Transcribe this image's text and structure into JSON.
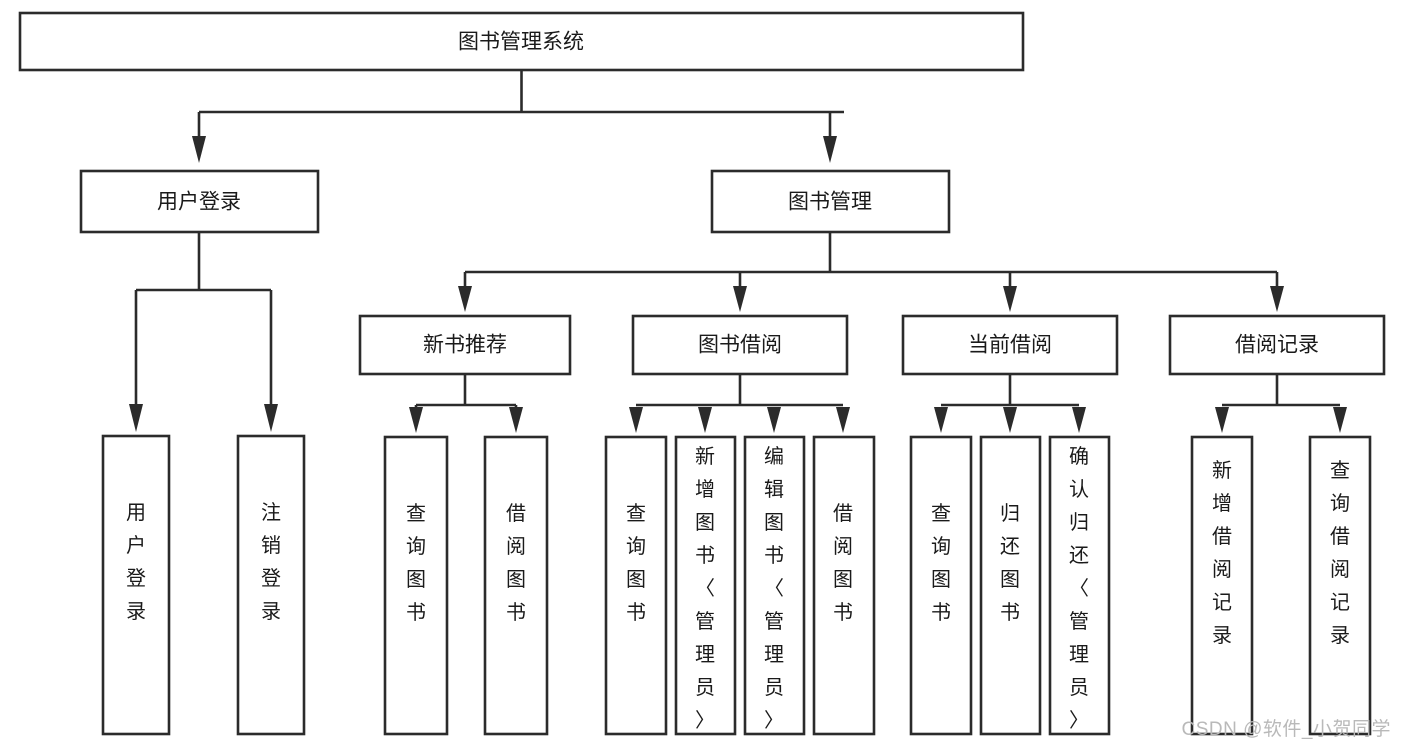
{
  "diagram": {
    "type": "tree-hierarchy",
    "title": "图书管理系统",
    "watermark": "CSDN @软件_小贺同学",
    "colors": {
      "stroke": "#2b2b2b",
      "box_fill": "#ffffff",
      "background": "#ffffff",
      "text": "#1a1a1a",
      "watermark": "#b9b9b9"
    },
    "levels": {
      "level1": [
        {
          "id": "root",
          "label": "图书管理系统"
        }
      ],
      "level2": [
        {
          "id": "user-login",
          "label": "用户登录"
        },
        {
          "id": "book-manage",
          "label": "图书管理"
        }
      ],
      "level3": [
        {
          "id": "new-book-rec",
          "label": "新书推荐",
          "parent": "book-manage"
        },
        {
          "id": "book-borrow",
          "label": "图书借阅",
          "parent": "book-manage"
        },
        {
          "id": "current-borrow",
          "label": "当前借阅",
          "parent": "book-manage"
        },
        {
          "id": "borrow-record",
          "label": "借阅记录",
          "parent": "book-manage"
        }
      ],
      "leaves": {
        "user-login": [
          {
            "id": "leaf-user-login",
            "label": "用户登录"
          },
          {
            "id": "leaf-logout",
            "label": "注销登录"
          }
        ],
        "new-book-rec": [
          {
            "id": "leaf-query-book-1",
            "label": "查询图书"
          },
          {
            "id": "leaf-borrow-book-1",
            "label": "借阅图书"
          }
        ],
        "book-borrow": [
          {
            "id": "leaf-query-book-2",
            "label": "查询图书"
          },
          {
            "id": "leaf-add-book",
            "label": "新增图书（管理员）"
          },
          {
            "id": "leaf-edit-book",
            "label": "编辑图书（管理员）"
          },
          {
            "id": "leaf-borrow-book-2",
            "label": "借阅图书"
          }
        ],
        "current-borrow": [
          {
            "id": "leaf-query-book-3",
            "label": "查询图书"
          },
          {
            "id": "leaf-return-book",
            "label": "归还图书"
          },
          {
            "id": "leaf-confirm-return",
            "label": "确认归还（管理员）"
          }
        ],
        "borrow-record": [
          {
            "id": "leaf-add-record",
            "label": "新增借阅记录"
          },
          {
            "id": "leaf-query-record",
            "label": "查询借阅记录"
          }
        ]
      }
    }
  }
}
